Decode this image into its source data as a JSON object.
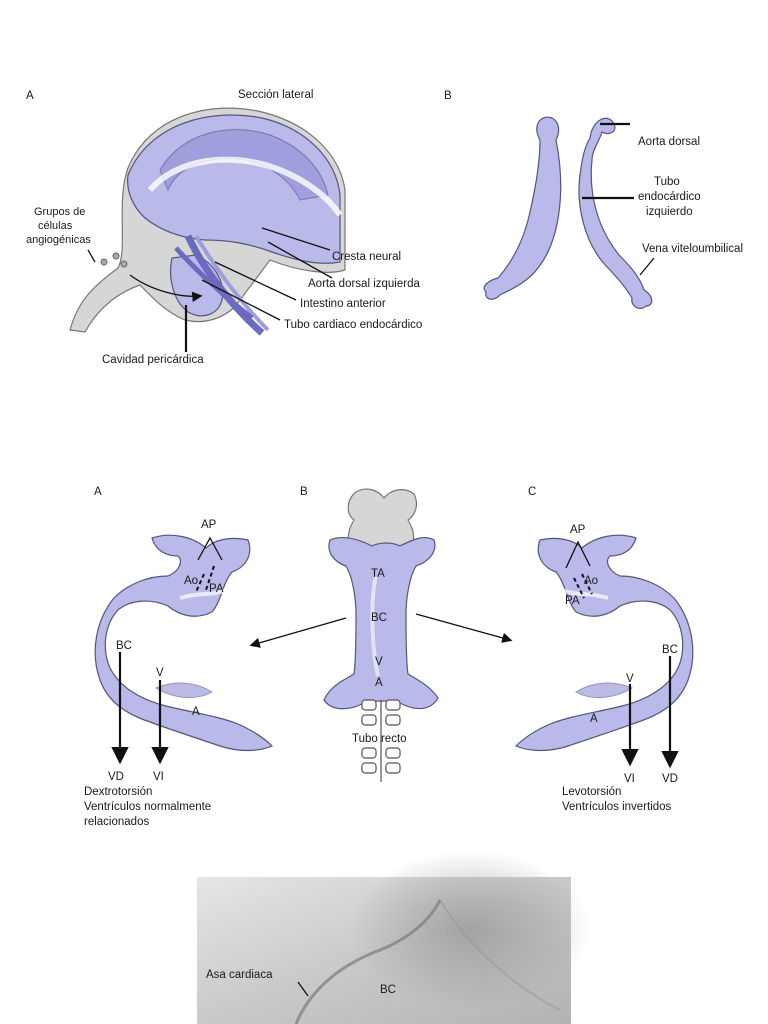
{
  "figure_top": {
    "panel_a": {
      "letter": "A",
      "title": "Sección lateral",
      "labels": {
        "angiogenic": [
          "Grupos de",
          "células",
          "angiogénicas"
        ],
        "neural_crest": "Cresta neural",
        "left_dorsal_aorta": "Aorta dorsal izquierda",
        "foregut": "Intestino anterior",
        "endocardial_tube": "Tubo cardiaco endocárdico",
        "pericardial_cavity": "Cavidad pericárdica"
      }
    },
    "panel_b": {
      "letter": "B",
      "labels": {
        "dorsal_aorta": "Aorta dorsal",
        "left_endocardial_tube": [
          "Tubo",
          "endocárdico",
          "izquierdo"
        ],
        "vitelloumbilical_vein": "Vena viteloumbilical"
      }
    }
  },
  "figure_middle": {
    "panel_a": {
      "letter": "A",
      "labels": {
        "ap": "AP",
        "ao": "Ao",
        "pa": "PA",
        "bc": "BC",
        "v": "V",
        "a": "A",
        "vd": "VD",
        "vi": "VI"
      },
      "caption": [
        "Dextrotorsión",
        "Ventrículos normalmente",
        "relacionados"
      ]
    },
    "panel_b": {
      "letter": "B",
      "labels": {
        "ta": "TA",
        "bc": "BC",
        "v": "V",
        "a": "A"
      },
      "caption": "Tubo recto"
    },
    "panel_c": {
      "letter": "C",
      "labels": {
        "ap": "AP",
        "ao": "Ao",
        "pa": "PA",
        "bc": "BC",
        "v": "V",
        "a": "A",
        "vi": "VI",
        "vd": "VD"
      },
      "caption": [
        "Levotorsión",
        "Ventrículos invertidos"
      ]
    }
  },
  "figure_bottom": {
    "labels": {
      "cardiac_loop": "Asa cardiaca",
      "bc": "BC"
    }
  }
}
